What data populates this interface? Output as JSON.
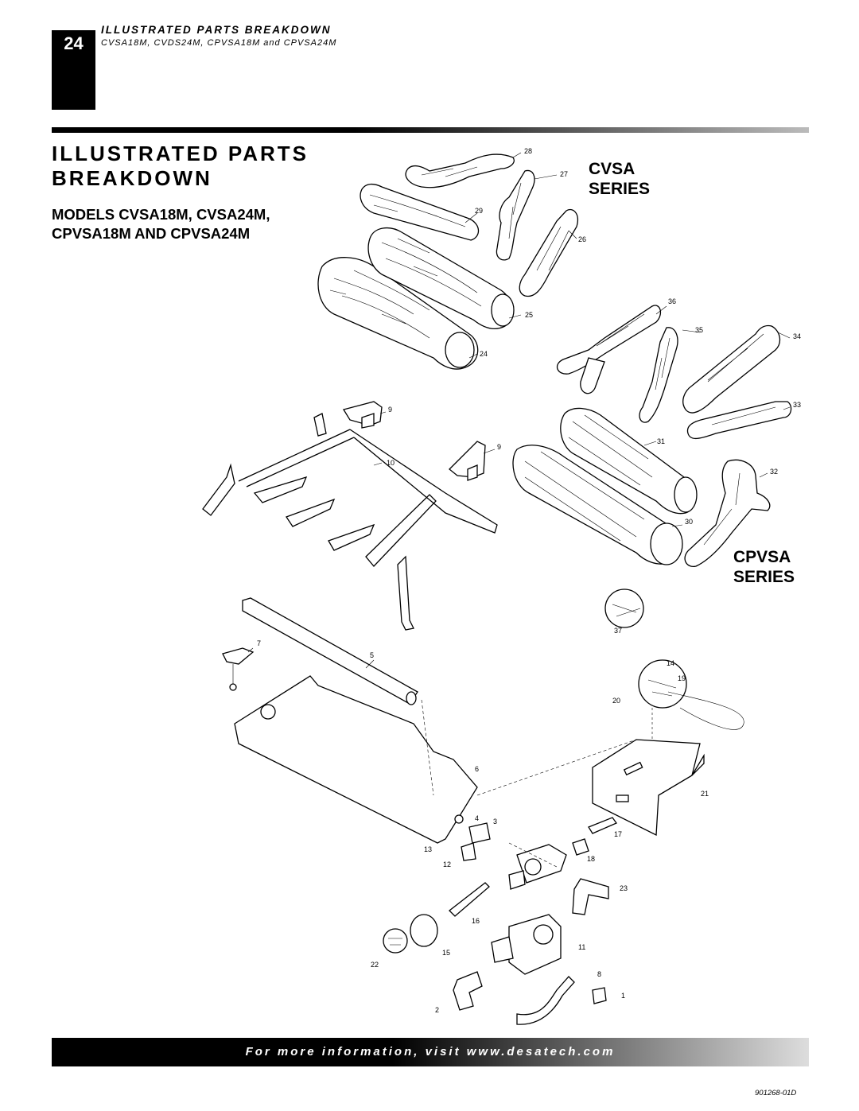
{
  "header": {
    "page_number": "24",
    "section_title": "ILLUSTRATED PARTS BREAKDOWN",
    "models_line": "CVSA18M, CVDS24M, CPVSA18M and CPVSA24M"
  },
  "title": {
    "line1": "ILLUSTRATED PARTS",
    "line2": "BREAKDOWN"
  },
  "models": {
    "line1": "MODELS CVSA18M, CVSA24M,",
    "line2": "CPVSA18M AND CPVSA24M"
  },
  "series": {
    "cvsa_line1": "CVSA",
    "cvsa_line2": "SERIES",
    "cpvsa_line1": "CPVSA",
    "cpvsa_line2": "SERIES"
  },
  "part_labels": {
    "p28": "28",
    "p27": "27",
    "p29": "29",
    "p26": "26",
    "p25": "25",
    "p24": "24",
    "p36": "36",
    "p35": "35",
    "p34": "34",
    "p33": "33",
    "p31": "31",
    "p32": "32",
    "p30": "30",
    "p9a": "9",
    "p9b": "9",
    "p10": "10",
    "p37": "37",
    "p7": "7",
    "p5": "5",
    "p14": "14",
    "p19": "19",
    "p20": "20",
    "p6": "6",
    "p21": "21",
    "p4": "4",
    "p3": "3",
    "p17": "17",
    "p13": "13",
    "p12": "12",
    "p18": "18",
    "p23": "23",
    "p16": "16",
    "p11": "11",
    "p15": "15",
    "p22": "22",
    "p8": "8",
    "p1": "1",
    "p2": "2"
  },
  "footer": {
    "text": "For more information, visit www.desatech.com"
  },
  "doc_number": "901268-01D"
}
